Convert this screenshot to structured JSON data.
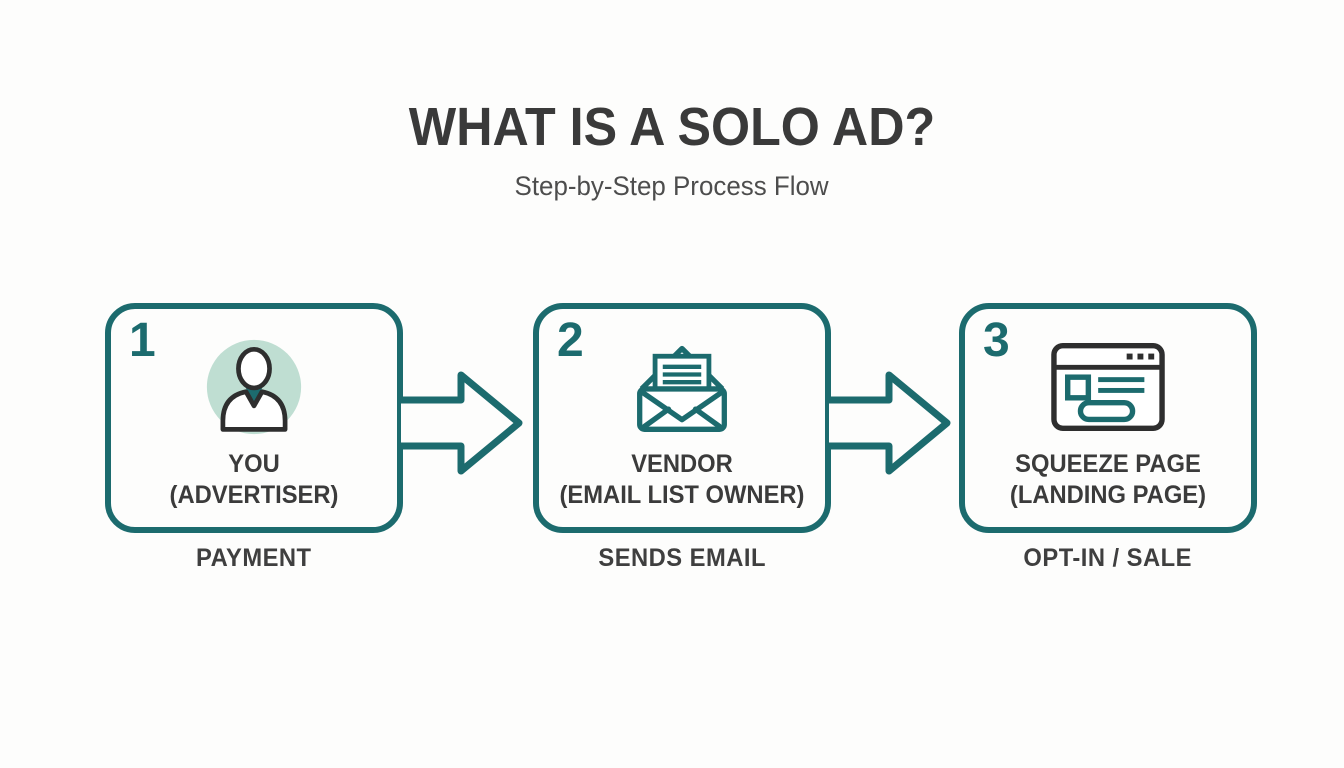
{
  "header": {
    "title": "WHAT IS A SOLO AD?",
    "subtitle": "Step-by-Step Process Flow"
  },
  "colors": {
    "teal": "#1c6b6e",
    "mint": "#bfded2",
    "dark_text": "#3a3a3a",
    "icon_dark": "#2e2e2e",
    "background": "#fdfdfc"
  },
  "steps": [
    {
      "number": "1",
      "icon": "advertiser-person-icon",
      "label_line1": "YOU",
      "label_line2": "(ADVERTISER)",
      "caption": "PAYMENT"
    },
    {
      "number": "2",
      "icon": "vendor-email-icon",
      "label_line1": "VENDOR",
      "label_line2": "(EMAIL LIST OWNER)",
      "caption": "SENDS EMAIL"
    },
    {
      "number": "3",
      "icon": "landing-page-browser-icon",
      "label_line1": "SQUEEZE PAGE",
      "label_line2": "(LANDING PAGE)",
      "caption": "OPT-IN / SALE"
    }
  ],
  "connectors": [
    {
      "type": "arrow-right"
    },
    {
      "type": "arrow-right"
    }
  ]
}
